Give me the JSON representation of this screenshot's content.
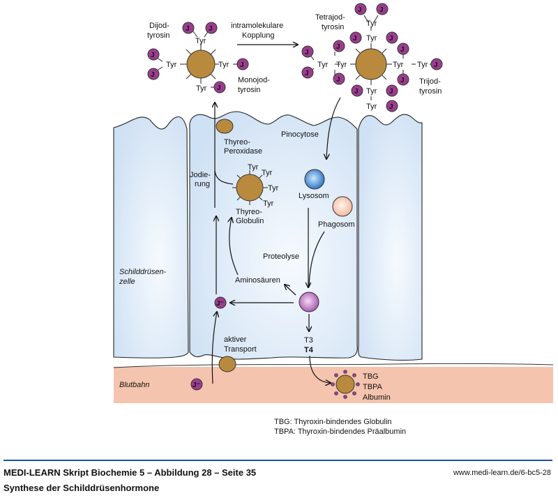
{
  "diagram": {
    "title": "Synthese der Schilddrüsenhormone",
    "top_left": {
      "dijod_label": [
        "Dijod-",
        "tyrosin"
      ],
      "monojod_label": [
        "Monojod-",
        "tyrosin"
      ],
      "coupling_label": [
        "intramolekulare",
        "Kopplung"
      ]
    },
    "top_right": {
      "tetrajod_label": [
        "Tetrajod-",
        "tyrosin"
      ],
      "trijod_label": [
        "Trijod-",
        "tyrosin"
      ]
    },
    "tyr": "Tyr",
    "iodine": "J",
    "iodide": "J⁻",
    "cell": {
      "peroxidase_label": [
        "Thyreo-",
        "Peroxidase"
      ],
      "jodierung_label": [
        "Jodie-",
        "rung"
      ],
      "globulin_label": [
        "Thyreo-",
        "Globulin"
      ],
      "pinocytose": "Pinocytose",
      "lysosom": "Lysosom",
      "phagosom": "Phagosom",
      "proteolyse": "Proteolyse",
      "aminosaeuren": "Aminosäuren",
      "zelle_label": [
        "Schilddrüsen-",
        "zelle"
      ],
      "transport_label": [
        "aktiver",
        "Transport"
      ],
      "t3": "T3",
      "t4": "T4"
    },
    "blood": {
      "label": "Blutbahn",
      "carriers": [
        "TBG",
        "TBPA",
        "Albumin"
      ]
    },
    "legend": [
      "TBG: Thyroxin-bindendes Globulin",
      "TBPA: Thyroxin-bindendes Präalbumin"
    ],
    "colors": {
      "cell_fill": "#d3e4f5",
      "cell_light": "#f3f8fd",
      "blood_fill": "#f5c4ae",
      "globulin": "#b98a3e",
      "iodine": "#9b3d8e",
      "lysosom": "#2e7fd0",
      "phagosom": "#f5c0a8",
      "complex": "#b264b7",
      "footer_rule": "#1e4f9f"
    }
  },
  "footer": {
    "title": "MEDI-LEARN Skript Biochemie 5 – Abbildung 28 – Seite 35",
    "subtitle": "Synthese der Schilddrüsenhormone",
    "url": "www.medi-learn.de/6-bc5-28"
  }
}
